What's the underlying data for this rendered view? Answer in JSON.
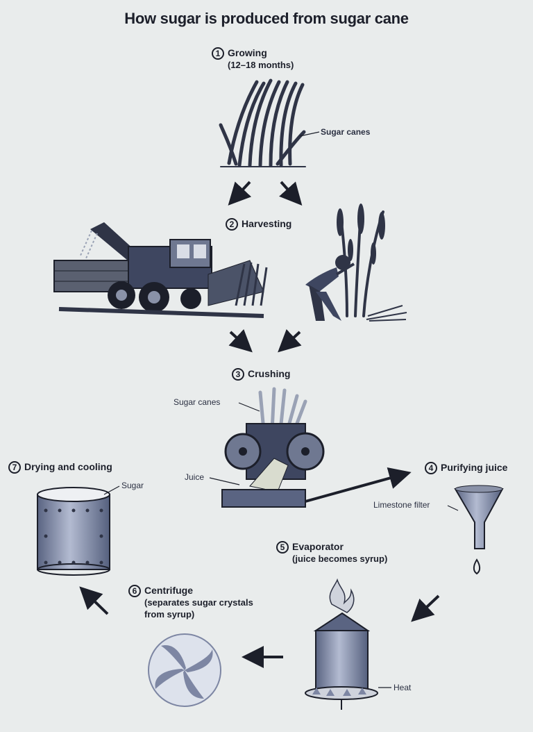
{
  "title": "How sugar is produced from sugar cane",
  "steps": [
    {
      "number": "1",
      "label": "Growing",
      "detail": "(12–18 months)"
    },
    {
      "number": "2",
      "label": "Harvesting",
      "detail": ""
    },
    {
      "number": "3",
      "label": "Crushing",
      "detail": ""
    },
    {
      "number": "4",
      "label": "Purifying juice",
      "detail": ""
    },
    {
      "number": "5",
      "label": "Evaporator",
      "detail": "(juice becomes syrup)"
    },
    {
      "number": "6",
      "label": "Centrifuge",
      "detail": "(separates sugar crystals from syrup)"
    },
    {
      "number": "7",
      "label": "Drying and cooling",
      "detail": ""
    }
  ],
  "callouts": {
    "sugar_canes_top": "Sugar canes",
    "sugar_canes_crush": "Sugar canes",
    "juice": "Juice",
    "limestone": "Limestone filter",
    "sugar": "Sugar",
    "heat": "Heat"
  },
  "colors": {
    "background": "#e9ecec",
    "ink": "#1c1f2a",
    "metal": "#7d86a3",
    "metal_dark": "#3e4660",
    "plant": "#2f3446"
  }
}
